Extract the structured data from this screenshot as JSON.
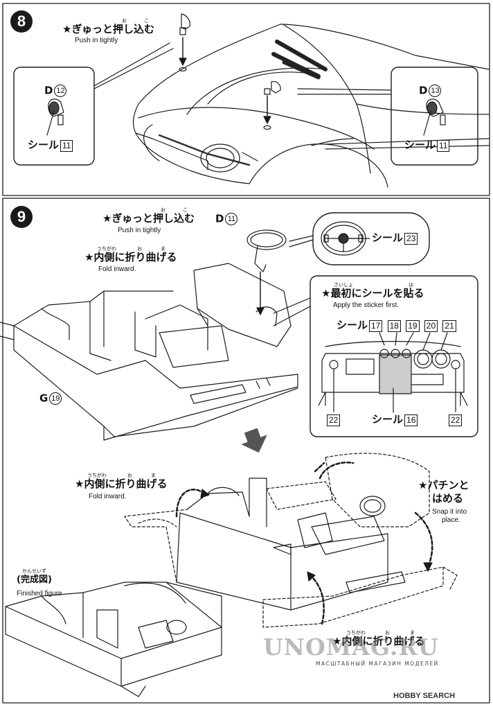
{
  "watermark": {
    "site": "UNOMAG.RU",
    "subtitle": "МАСШТАБНЫЙ МАГАЗИН МОДЕЛЕЙ"
  },
  "logo": {
    "text": "HOBBY SEARCH"
  },
  "step8": {
    "number": "8",
    "instruction_jp": "★ぎゅっと押し込む",
    "ruby_push": "お",
    "ruby_push2": "こ",
    "instruction_en": "Push in tightly",
    "left_part": {
      "label": "D",
      "num": "12",
      "sticker_label": "シール",
      "sticker_num": "11"
    },
    "right_part": {
      "label": "D",
      "num": "13",
      "sticker_label": "シール",
      "sticker_num": "11"
    }
  },
  "step9": {
    "number": "9",
    "push_jp": "★ぎゅっと押し込む",
    "push_ruby1": "お",
    "push_ruby2": "こ",
    "push_en": "Push in tightly",
    "wheel_part": {
      "label": "D",
      "num": "11"
    },
    "wheel_sticker": {
      "label": "シール",
      "num": "23"
    },
    "fold_jp": "★内側に折り曲げる",
    "fold_ruby1": "うちがわ",
    "fold_ruby2": "お",
    "fold_ruby3": "ま",
    "fold_en": "Fold inward.",
    "floor_part": {
      "label": "G",
      "num": "19"
    },
    "sticker_first_jp": "★最初にシールを貼る",
    "sticker_first_ruby1": "さいしょ",
    "sticker_first_ruby2": "は",
    "sticker_first_en": "Apply the sticker first.",
    "gauges": {
      "label": "シール",
      "nums": [
        "17",
        "18",
        "19",
        "20",
        "21"
      ]
    },
    "dash_bottom": {
      "left_num": "22",
      "label": "シール",
      "center_num": "16",
      "right_num": "22"
    },
    "fold2_jp": "★内側に折り曲げる",
    "fold2_ruby1": "うちがわ",
    "fold2_ruby2": "お",
    "fold2_ruby3": "ま",
    "fold2_en": "Fold inward.",
    "snap_jp_line1": "★パチンと",
    "snap_jp_line2": "はめる",
    "snap_en_line1": "Snap it into",
    "snap_en_line2": "place.",
    "finished_ruby": "かんせいず",
    "finished_jp": "(完成図)",
    "finished_en": "Finished figure",
    "fold3_jp": "★内側に折り曲げる",
    "fold3_ruby1": "うちがわ",
    "fold3_ruby2": "お",
    "fold3_ruby3": "ま"
  }
}
